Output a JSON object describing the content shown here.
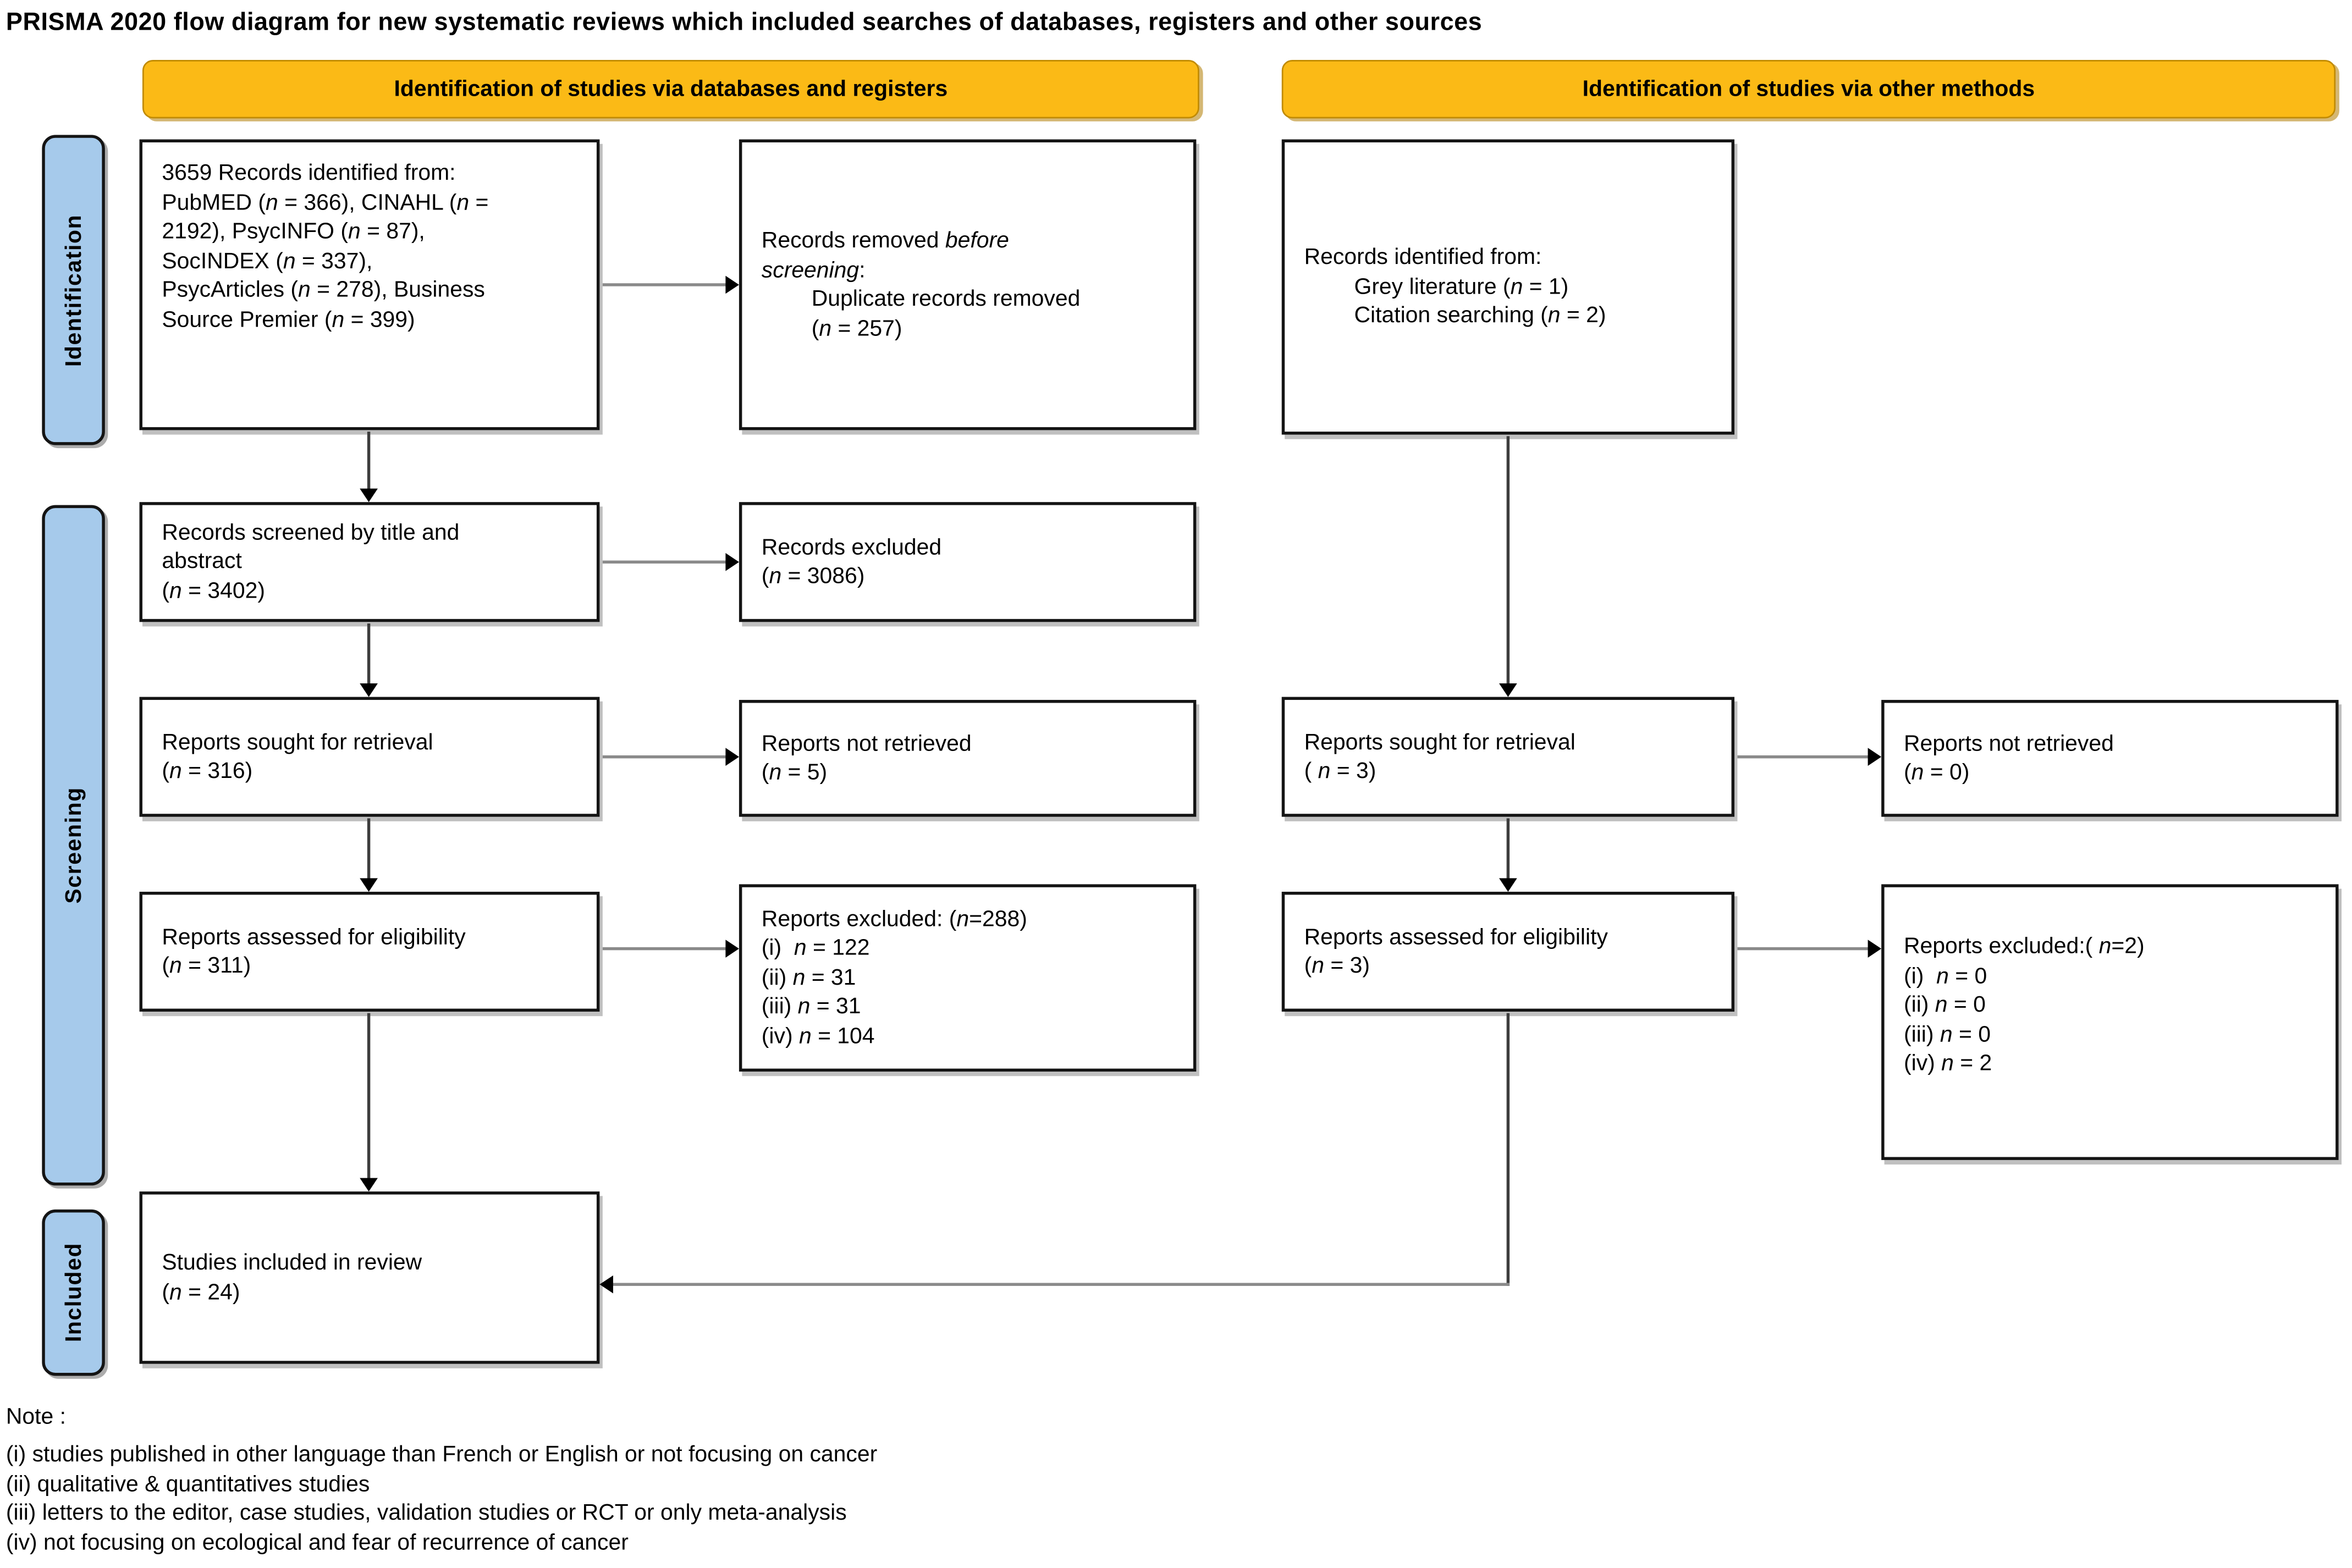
{
  "title": "PRISMA 2020 flow diagram for new systematic reviews which included searches of databases, registers and other sources",
  "banners": {
    "databases": {
      "label": "Identification of studies via databases and registers"
    },
    "other": {
      "label": "Identification of studies via other methods"
    }
  },
  "stages": {
    "identification": {
      "label": "Identification"
    },
    "screening": {
      "label": "Screening"
    },
    "included": {
      "label": "Included"
    }
  },
  "boxes": {
    "db_identified": {
      "lines": [
        "3659 Records identified from:",
        "PubMED (*n* = 366), CINAHL (*n* =",
        "2192), PsycINFO (*n* = 87),",
        "SocINDEX (*n* = 337),",
        "PsycArticles (*n* = 278), Business",
        "Source Premier (*n* = 399)"
      ]
    },
    "db_removed": {
      "lines": [
        "Records removed *before*",
        "*screening*:",
        "        Duplicate records removed",
        "        (*n* = 257)"
      ]
    },
    "other_identified": {
      "lines": [
        "Records identified from:",
        "        Grey literature (*n* = 1)",
        "        Citation searching (*n* = 2)"
      ]
    },
    "screened": {
      "lines": [
        "Records screened by title and",
        "abstract",
        "(*n* = 3402)"
      ]
    },
    "excluded": {
      "lines": [
        "Records excluded",
        "(*n* = 3086)"
      ]
    },
    "sought_db": {
      "lines": [
        "Reports sought for retrieval",
        "(*n* = 316)"
      ]
    },
    "notret_db": {
      "lines": [
        "Reports not retrieved",
        "(*n* = 5)"
      ]
    },
    "sought_other": {
      "lines": [
        "Reports sought for retrieval",
        "( *n* = 3)"
      ]
    },
    "notret_other": {
      "lines": [
        "Reports not retrieved",
        "(*n* = 0)"
      ]
    },
    "assessed_db": {
      "lines": [
        "Reports assessed for eligibility",
        "(*n* = 311)"
      ]
    },
    "excl_db": {
      "lines": [
        "Reports excluded: (*n*=288)",
        "(i)  *n* = 122",
        "(ii) *n* = 31",
        "(iii) *n* = 31",
        "(iv) *n* = 104"
      ]
    },
    "assessed_other": {
      "lines": [
        "Reports assessed for eligibility",
        "(*n* = 3)"
      ]
    },
    "excl_other": {
      "lines": [
        "Reports excluded:( *n*=2)",
        "(i)  *n* = 0",
        "(ii) *n* = 0",
        "(iii) *n* = 0",
        "(iv) *n* = 2"
      ]
    },
    "included": {
      "lines": [
        "Studies included in review",
        "(*n* = 24)"
      ]
    }
  },
  "note": {
    "heading": "Note :",
    "items": [
      "(i) studies published in other language than French or English or not focusing on cancer",
      "(ii) qualitative & quantitatives studies",
      "(iii) letters to the editor, case studies, validation studies or RCT or only meta-analysis",
      "(iv) not focusing on ecological and fear of recurrence of cancer"
    ]
  },
  "colors": {
    "banner_fill": "#FBBA16",
    "banner_border": "#C08A00",
    "stage_fill": "#A6CAEB",
    "stage_border": "#141414",
    "box_border": "#141414",
    "line_v": "#3d3d3d",
    "line_h": "#8a8a8a",
    "arrow": "#000000"
  }
}
